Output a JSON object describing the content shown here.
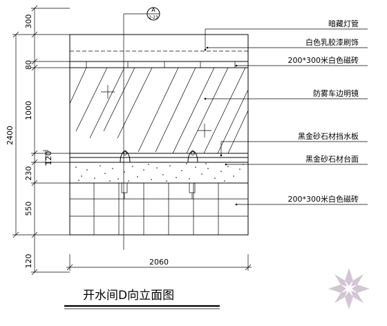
{
  "drawing": {
    "title": "开水间D向立面图",
    "section_symbol": {
      "top": "A",
      "bottom": "2-23"
    },
    "dimensions": {
      "vertical": [
        "300",
        "80",
        "1000",
        "2400",
        "120",
        "230",
        "550",
        "120"
      ],
      "width": "2060"
    },
    "annotations": [
      "暗藏灯管",
      "白色乳胶漆刷饰",
      "200*300米白色磁砖",
      "防雾车边明镜",
      "黑金砂石材挡水板",
      "黑金砂石材台面",
      "200*300米白色磁砖"
    ]
  },
  "colors": {
    "line": "#000000",
    "background": "#ffffff",
    "logo": "#c9b8c9"
  }
}
